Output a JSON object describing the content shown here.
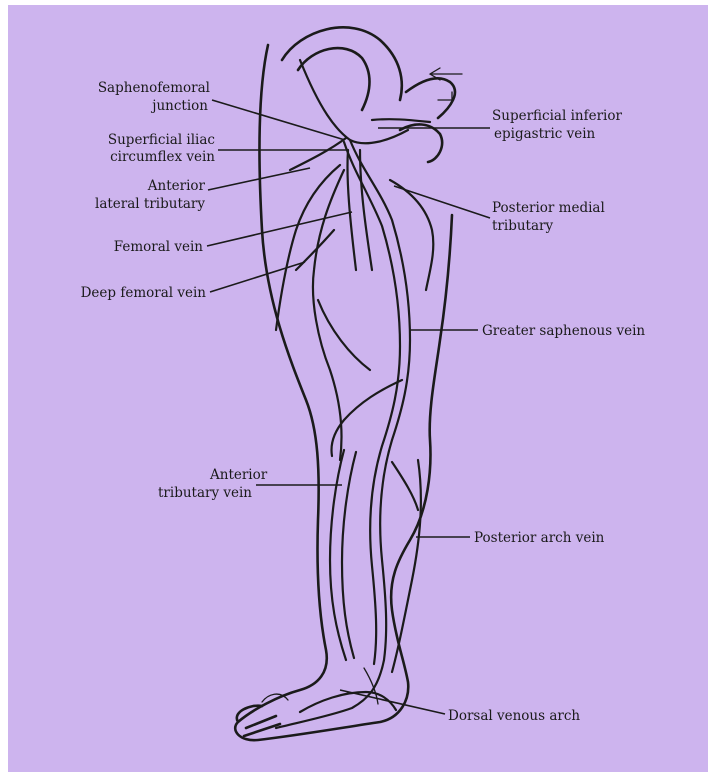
{
  "background_color": "#cdb4ee",
  "line_color": "#1b1b1b",
  "labels": {
    "saphenofemoral_1": "Saphenofemoral",
    "saphenofemoral_2": "junction",
    "superficial_iliac_1": "Superficial iliac",
    "superficial_iliac_2": "circumflex vein",
    "anterior_lateral_1": "Anterior",
    "anterior_lateral_2": "lateral tributary",
    "femoral_vein": "Femoral vein",
    "deep_femoral_vein": "Deep femoral vein",
    "superficial_inferior_1": "Superficial inferior",
    "superficial_inferior_2": "epigastric vein",
    "posterior_medial_1": "Posterior medial",
    "posterior_medial_2": "tributary",
    "greater_saphenous": "Greater saphenous vein",
    "anterior_tributary_1": "Anterior",
    "anterior_tributary_2": "tributary vein",
    "posterior_arch": "Posterior arch vein",
    "dorsal_venous_arch": "Dorsal venous arch"
  }
}
